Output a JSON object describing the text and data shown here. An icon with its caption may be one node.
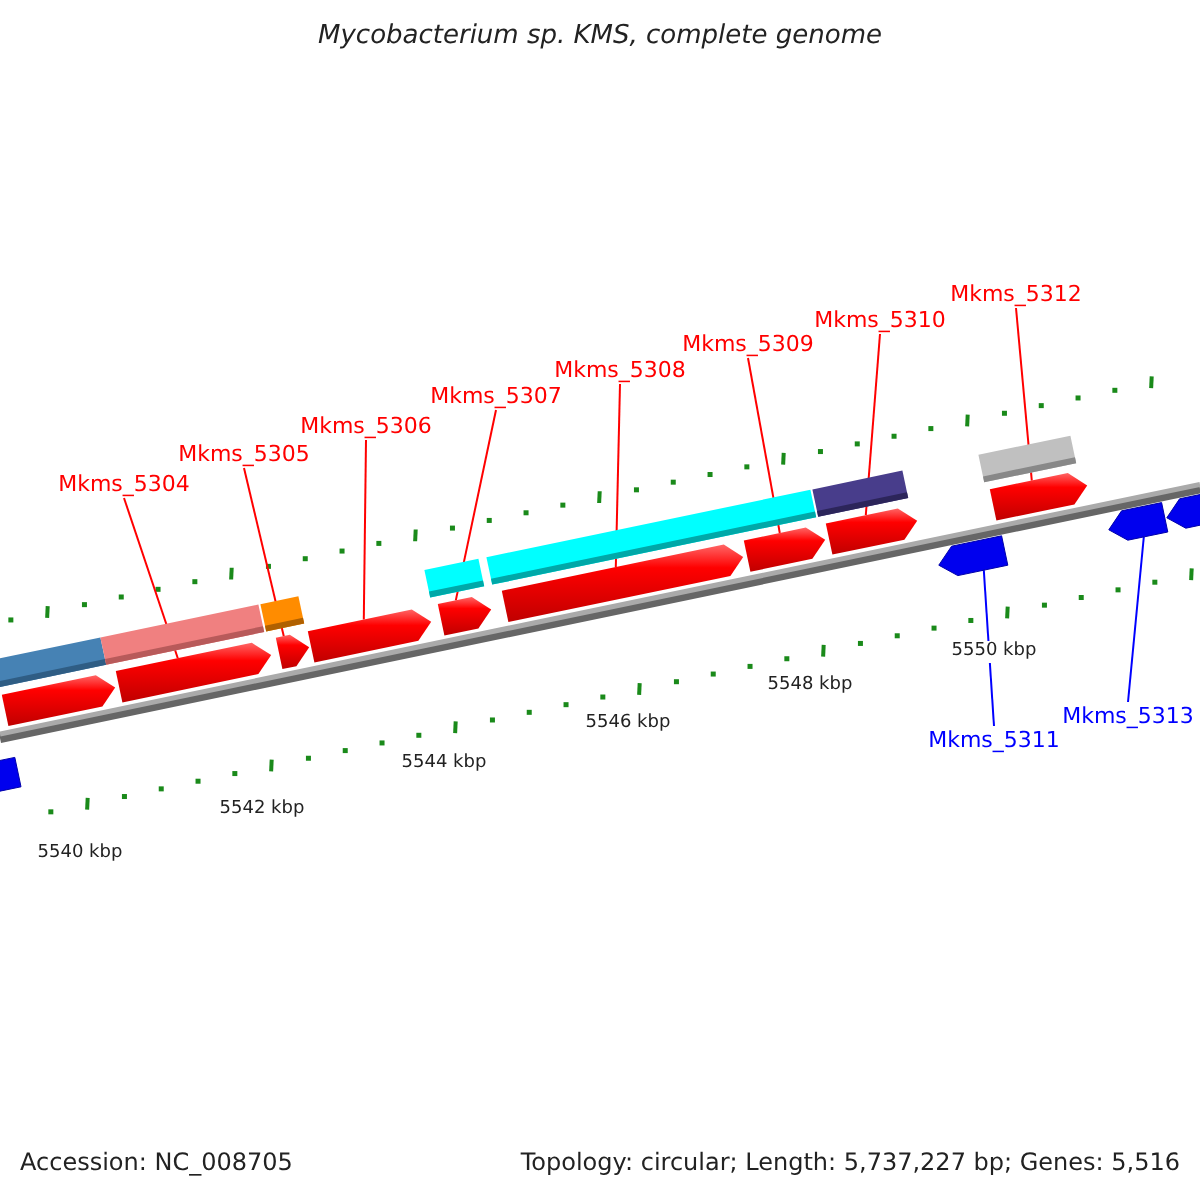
{
  "diagram": {
    "title": "Mycobacterium sp. KMS, complete genome",
    "nodes": [
      {
        "text": [
          "Mkms_5304"
        ]
      },
      {
        "text": [
          "Mkms_5305"
        ]
      },
      {
        "text": [
          "Mkms_5306"
        ]
      },
      {
        "text": [
          "Mkms_5307"
        ]
      },
      {
        "text": [
          "Mkms_5308"
        ]
      },
      {
        "text": [
          "Mkms_5309"
        ]
      },
      {
        "text": [
          "Mkms_5310"
        ]
      },
      {
        "text": [
          "Mkms_5312"
        ]
      },
      {
        "text": [
          "Mkms_5311"
        ]
      },
      {
        "text": [
          "Mkms_5313"
        ]
      },
      {
        "text": [],
        "shape": "bar"
      },
      {
        "text": [],
        "shape": "arrow"
      },
      {
        "text": [],
        "shape": "arrow"
      },
      {
        "text": [],
        "shape": "arrow"
      },
      {
        "text": [],
        "shape": "arrow"
      },
      {
        "text": [],
        "shape": "arrow"
      },
      {
        "text": [],
        "shape": "arrow"
      },
      {
        "text": [],
        "shape": "arrow"
      },
      {
        "text": [],
        "shape": "arrow"
      },
      {
        "text": [],
        "shape": "arrow"
      },
      {
        "text": [],
        "shape": "arrow"
      },
      {
        "text": [],
        "shape": "arrow"
      },
      {
        "text": [],
        "shape": "arrow"
      }
    ],
    "edges": [
      {
        "from": 0,
        "to": 12,
        "arrow": "none"
      },
      {
        "from": 1,
        "to": 13,
        "arrow": "none"
      },
      {
        "from": 2,
        "to": 14,
        "arrow": "none"
      },
      {
        "from": 3,
        "to": 15,
        "arrow": "none"
      },
      {
        "from": 4,
        "to": 16,
        "arrow": "none"
      },
      {
        "from": 5,
        "to": 17,
        "arrow": "none"
      },
      {
        "from": 6,
        "to": 18,
        "arrow": "none"
      },
      {
        "from": 7,
        "to": 20,
        "arrow": "none"
      },
      {
        "from": 8,
        "to": 19,
        "arrow": "none",
        "color": "#0000ff"
      },
      {
        "from": 9,
        "to": 21,
        "arrow": "none",
        "color": "#0000ff"
      }
    ],
    "labels": [
      "5540 kbp",
      "5542 kbp",
      "5544 kbp",
      "5546 kbp",
      "5548 kbp",
      "5550 kbp",
      "Accession: NC_008705",
      "Topology: circular; Length: 5,737,227 bp; Genes: 5,516"
    ]
  }
}
